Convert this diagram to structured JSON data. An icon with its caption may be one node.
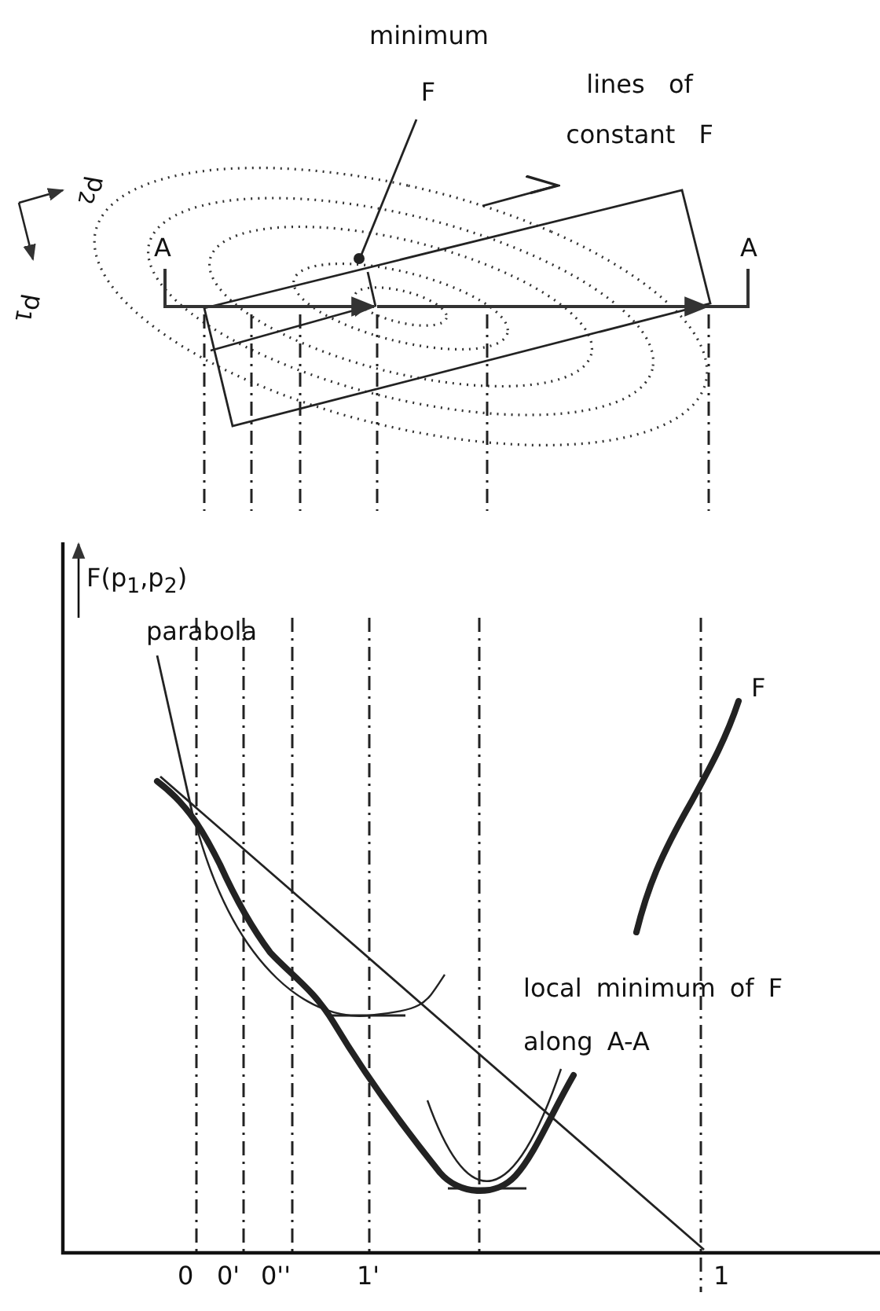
{
  "diagram": {
    "nodes": [
      {
        "text": [
          "minimum F"
        ]
      },
      {
        "text": [],
        "shape": "circle"
      },
      {
        "text": [
          "lines of constant F"
        ]
      },
      {
        "text": [
          "parabola"
        ]
      },
      {
        "text": [],
        "shape": "curve"
      }
    ],
    "edges": [
      {
        "from": 0,
        "to": 1,
        "arrow": "none"
      },
      {
        "from": 4,
        "to": 2,
        "arrow": "to"
      },
      {
        "from": 3,
        "to": null,
        "arrow": "none"
      }
    ],
    "labels": [
      "p$_{2}$",
      "p$_{1}$",
      "A",
      "A",
      "F(p$_{1}$,p$_{2}$)",
      "F",
      "local minimum of F along A-A",
      "0",
      "0'",
      "0''",
      "1'",
      "1"
    ]
  }
}
